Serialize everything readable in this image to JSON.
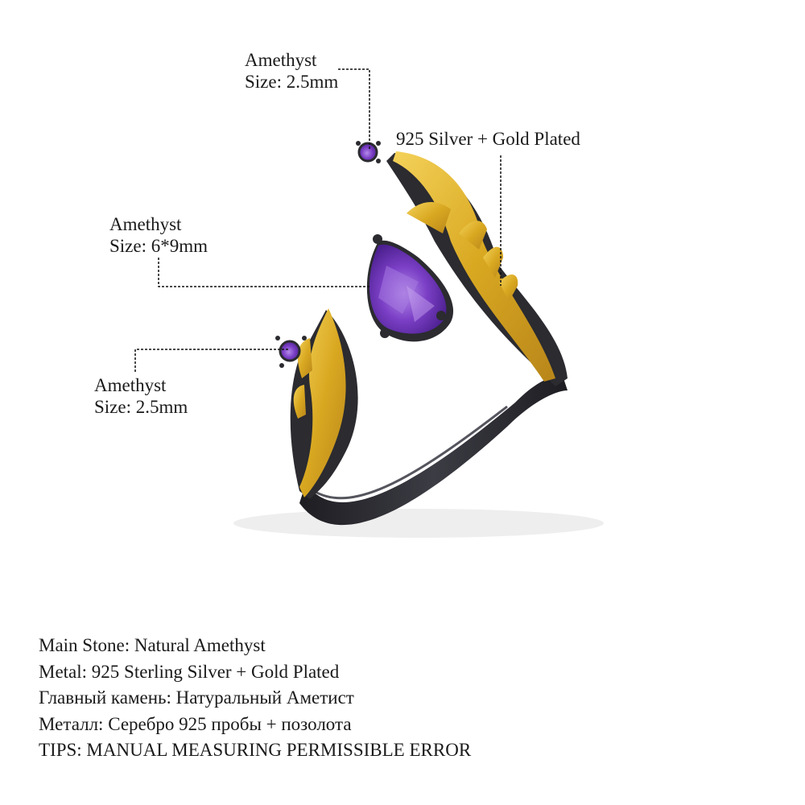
{
  "callouts": [
    {
      "id": "top-stone",
      "name": "Amethyst",
      "size": "Size: 2.5mm"
    },
    {
      "id": "metal",
      "text": "925 Silver + Gold Plated"
    },
    {
      "id": "main-stone",
      "name": "Amethyst",
      "size": "Size: 6*9mm"
    },
    {
      "id": "side-stone",
      "name": "Amethyst",
      "size": "Size: 2.5mm"
    }
  ],
  "specs": [
    "Main Stone: Natural Amethyst",
    "Metal: 925 Sterling Silver + Gold Plated",
    "Главный камень: Натуральный Аметист",
    "Металл: Серебро 925 пробы + позолота",
    "TIPS: MANUAL MEASURING PERMISSIBLE ERROR"
  ],
  "colors": {
    "gold": "#e0b52e",
    "black_metal": "#2a2a2e",
    "amethyst": "#7a3fc4",
    "amethyst_light": "#a57ae0",
    "background": "#ffffff"
  }
}
